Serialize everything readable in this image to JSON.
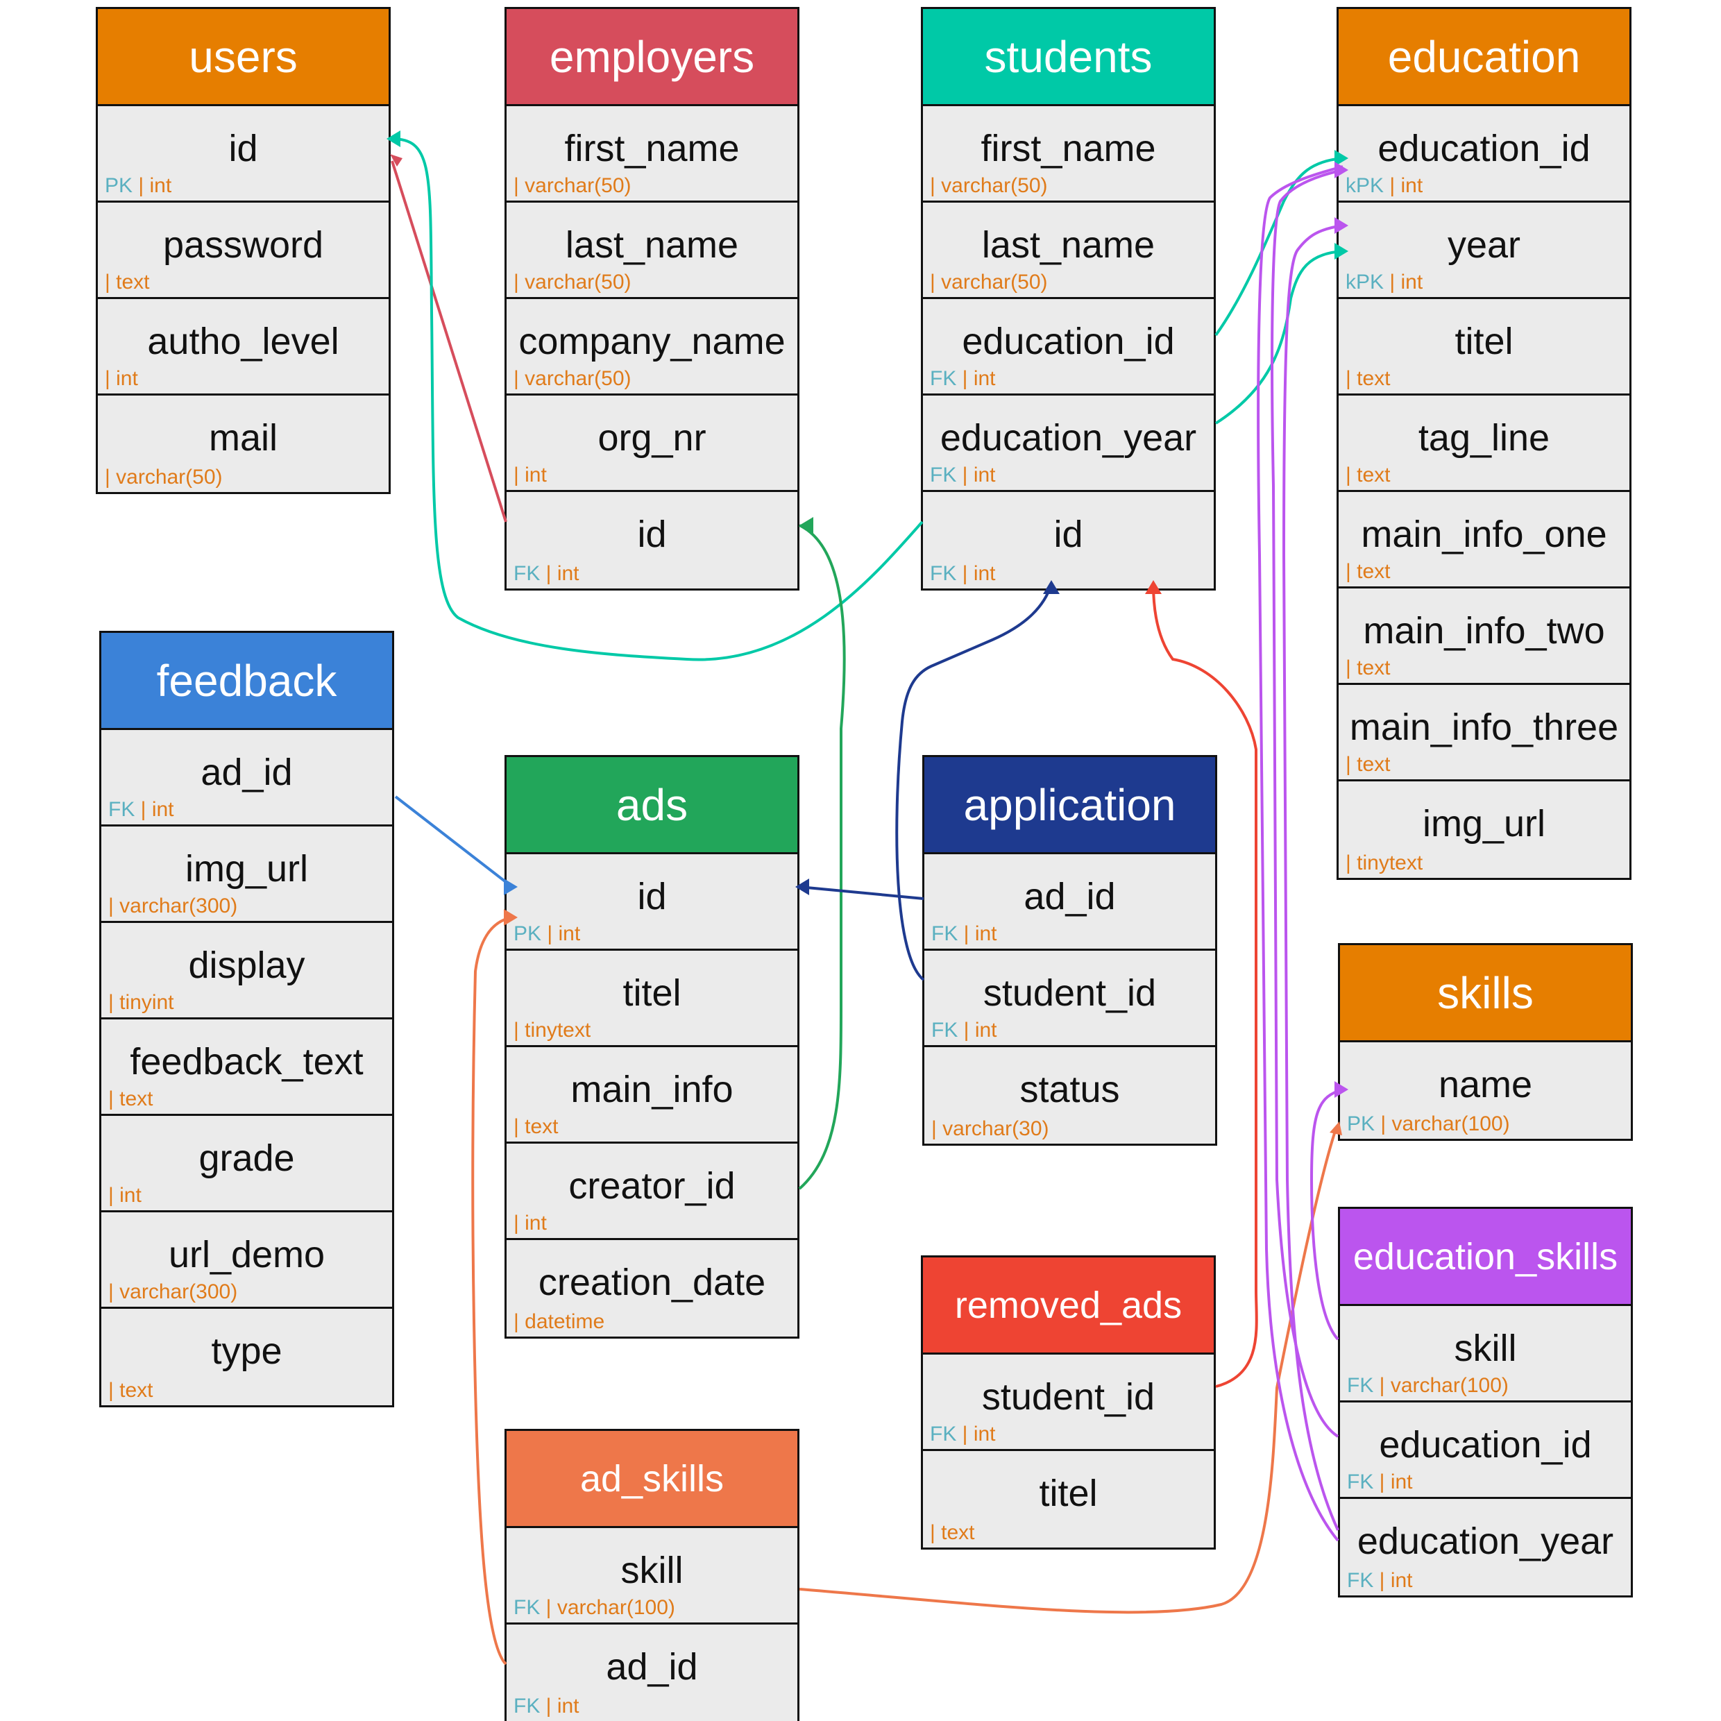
{
  "colors": {
    "users": "#e67e00",
    "employers": "#d64d5c",
    "students": "#00c9a7",
    "education": "#e67e00",
    "feedback": "#3b82d8",
    "ads": "#22a65a",
    "application": "#1e3a8f",
    "skills": "#e67e00",
    "education_skills": "#bb55ee",
    "removed_ads": "#ee4433",
    "ad_skills": "#ee774a",
    "key_text": "#5ab0c0",
    "type_text": "#e07b1a"
  },
  "tables": [
    {
      "id": "users",
      "title": "users",
      "fields": [
        {
          "name": "id",
          "key": "PK",
          "type": "int"
        },
        {
          "name": "password",
          "key": "",
          "type": "text"
        },
        {
          "name": "autho_level",
          "key": "",
          "type": "int"
        },
        {
          "name": "mail",
          "key": "",
          "type": "varchar(50)"
        }
      ]
    },
    {
      "id": "employers",
      "title": "employers",
      "fields": [
        {
          "name": "first_name",
          "key": "",
          "type": "varchar(50)"
        },
        {
          "name": "last_name",
          "key": "",
          "type": "varchar(50)"
        },
        {
          "name": "company_name",
          "key": "",
          "type": "varchar(50)"
        },
        {
          "name": "org_nr",
          "key": "",
          "type": "int"
        },
        {
          "name": "id",
          "key": "FK",
          "type": "int"
        }
      ]
    },
    {
      "id": "students",
      "title": "students",
      "fields": [
        {
          "name": "first_name",
          "key": "",
          "type": "varchar(50)"
        },
        {
          "name": "last_name",
          "key": "",
          "type": "varchar(50)"
        },
        {
          "name": "education_id",
          "key": "FK",
          "type": "int"
        },
        {
          "name": "education_year",
          "key": "FK",
          "type": "int"
        },
        {
          "name": "id",
          "key": "FK",
          "type": "int"
        }
      ]
    },
    {
      "id": "education",
      "title": "education",
      "fields": [
        {
          "name": "education_id",
          "key": "kPK",
          "type": "int"
        },
        {
          "name": "year",
          "key": "kPK",
          "type": "int"
        },
        {
          "name": "titel",
          "key": "",
          "type": "text"
        },
        {
          "name": "tag_line",
          "key": "",
          "type": "text"
        },
        {
          "name": "main_info_one",
          "key": "",
          "type": "text"
        },
        {
          "name": "main_info_two",
          "key": "",
          "type": "text"
        },
        {
          "name": "main_info_three",
          "key": "",
          "type": "text"
        },
        {
          "name": "img_url",
          "key": "",
          "type": "tinytext"
        }
      ]
    },
    {
      "id": "feedback",
      "title": "feedback",
      "fields": [
        {
          "name": "ad_id",
          "key": "FK",
          "type": "int"
        },
        {
          "name": "img_url",
          "key": "",
          "type": "varchar(300)"
        },
        {
          "name": "display",
          "key": "",
          "type": "tinyint"
        },
        {
          "name": "feedback_text",
          "key": "",
          "type": "text"
        },
        {
          "name": "grade",
          "key": "",
          "type": "int"
        },
        {
          "name": "url_demo",
          "key": "",
          "type": "varchar(300)"
        },
        {
          "name": "type",
          "key": "",
          "type": "text"
        }
      ]
    },
    {
      "id": "ads",
      "title": "ads",
      "fields": [
        {
          "name": "id",
          "key": "PK",
          "type": "int"
        },
        {
          "name": "titel",
          "key": "",
          "type": "tinytext"
        },
        {
          "name": "main_info",
          "key": "",
          "type": "text"
        },
        {
          "name": "creator_id",
          "key": "",
          "type": "int"
        },
        {
          "name": "creation_date",
          "key": "",
          "type": "datetime"
        }
      ]
    },
    {
      "id": "application",
      "title": "application",
      "fields": [
        {
          "name": "ad_id",
          "key": "FK",
          "type": "int"
        },
        {
          "name": "student_id",
          "key": "FK",
          "type": "int"
        },
        {
          "name": "status",
          "key": "",
          "type": "varchar(30)"
        }
      ]
    },
    {
      "id": "skills",
      "title": "skills",
      "fields": [
        {
          "name": "name",
          "key": "PK",
          "type": "varchar(100)"
        }
      ]
    },
    {
      "id": "education_skills",
      "title": "education_skills",
      "fields": [
        {
          "name": "skill",
          "key": "FK",
          "type": "varchar(100)"
        },
        {
          "name": "education_id",
          "key": "FK",
          "type": "int"
        },
        {
          "name": "education_year",
          "key": "FK",
          "type": "int"
        }
      ]
    },
    {
      "id": "removed_ads",
      "title": "removed_ads",
      "fields": [
        {
          "name": "student_id",
          "key": "FK",
          "type": "int"
        },
        {
          "name": "titel",
          "key": "",
          "type": "text"
        }
      ]
    },
    {
      "id": "ad_skills",
      "title": "ad_skills",
      "fields": [
        {
          "name": "skill",
          "key": "FK",
          "type": "varchar(100)"
        },
        {
          "name": "ad_id",
          "key": "FK",
          "type": "int"
        }
      ]
    }
  ]
}
